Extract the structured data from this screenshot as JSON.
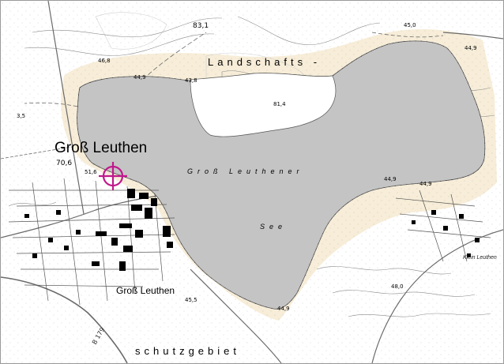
{
  "colors": {
    "water": "#c4c4c4",
    "shore": "#f7edd8",
    "marker": "#c0188c",
    "building": "#000000",
    "contour": "#8a8a8a",
    "road": "#6a6a6a"
  },
  "icons": {
    "location_marker": "crosshair-circle-icon"
  },
  "map": {
    "place_main": "Groß Leuthen",
    "place_town": "Groß Leuthen",
    "place_small": "Klein Leuthen",
    "lake_name_1": "Groß Leuthener",
    "lake_name_2": "See",
    "region_top": "Landschafts -",
    "region_bottom": "schutzgebiet",
    "road_number": "B 179",
    "elevations": {
      "e831": "83,1",
      "e450_top": "45,0",
      "e449_ne": "44,9",
      "e449_n1": "44,9",
      "e438": "43,8",
      "e814": "81,4",
      "e468": "46,8",
      "e706": "70,6",
      "e516": "51,6",
      "e449_se1": "44,9",
      "e449_se2": "44,9",
      "e455": "45,5",
      "e449_s": "44,9",
      "e480": "48,0",
      "e35": "3,5"
    }
  }
}
